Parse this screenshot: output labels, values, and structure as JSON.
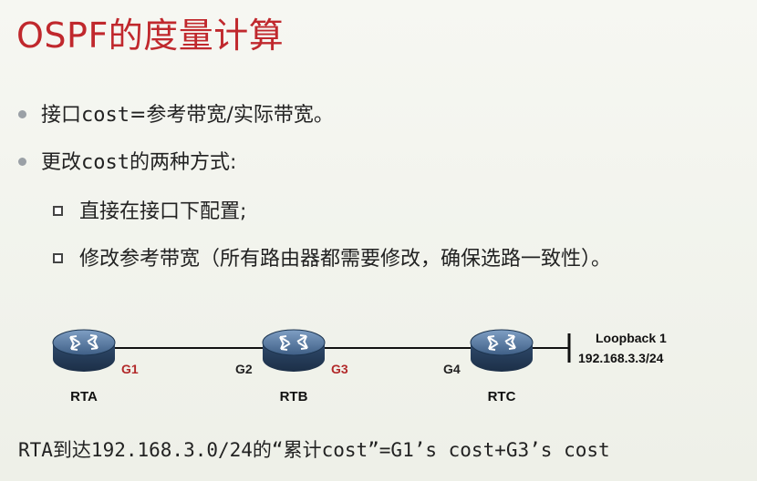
{
  "title": "OSPF的度量计算",
  "bullets": [
    {
      "pre": "接口",
      "code": "cost",
      "post": "=参考带宽/实际带宽。"
    },
    {
      "pre": "更改",
      "code": "cost",
      "post": "的两种方式:"
    }
  ],
  "sub_bullets": [
    "直接在接口下配置;",
    "修改参考带宽（所有路由器都需要修改，确保选路一致性）。"
  ],
  "routers": [
    {
      "name": "RTA"
    },
    {
      "name": "RTB"
    },
    {
      "name": "RTC"
    }
  ],
  "interfaces": [
    {
      "label": "G1",
      "color": "#b22a2a"
    },
    {
      "label": "G2",
      "color": "#222222"
    },
    {
      "label": "G3",
      "color": "#b22a2a"
    },
    {
      "label": "G4",
      "color": "#222222"
    }
  ],
  "loopback": {
    "name": "Loopback 1",
    "address": "192.168.3.3/24"
  },
  "footer": "RTA到达192.168.3.0/24的“累计cost”=G1’s cost+G3’s cost"
}
